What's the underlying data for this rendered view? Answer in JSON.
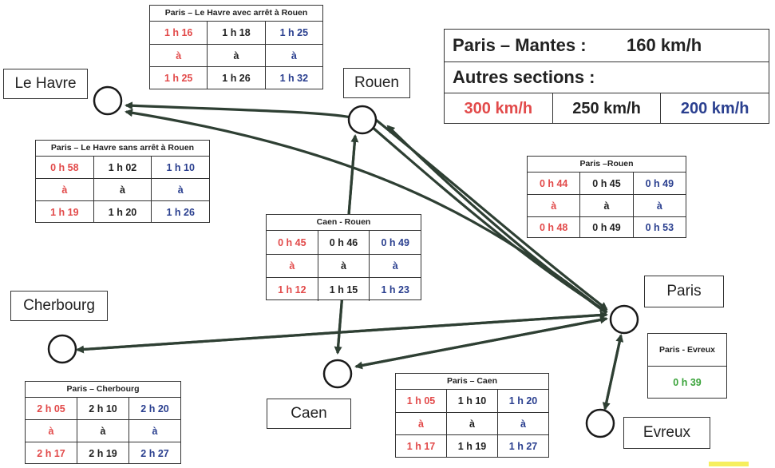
{
  "legend": {
    "line1_label": "Paris – Mantes :",
    "line1_speed": "160 km/h",
    "line2_label": "Autres sections :",
    "speeds": [
      "300 km/h",
      "250 km/h",
      "200 km/h"
    ]
  },
  "colors": {
    "s300": "#e24a4a",
    "s250": "#222222",
    "s200": "#2a3f8f",
    "evreux": "#3aa33a",
    "arrow": "#2e3f33"
  },
  "cities": {
    "le_havre": "Le Havre",
    "rouen": "Rouen",
    "paris": "Paris",
    "cherbourg": "Cherbourg",
    "caen": "Caen",
    "evreux": "Evreux"
  },
  "tables": {
    "havre_avec": {
      "title": "Paris – Le Havre avec arrêt à Rouen",
      "rows": [
        [
          "1 h 16",
          "1 h 18",
          "1 h 25"
        ],
        [
          "à",
          "à",
          "à"
        ],
        [
          "1 h 25",
          "1 h 26",
          "1 h 32"
        ]
      ]
    },
    "havre_sans": {
      "title": "Paris – Le Havre sans arrêt à Rouen",
      "rows": [
        [
          "0 h 58",
          "1 h 02",
          "1 h 10"
        ],
        [
          "à",
          "à",
          "à"
        ],
        [
          "1 h 19",
          "1 h 20",
          "1 h 26"
        ]
      ]
    },
    "paris_rouen": {
      "title": "Paris –Rouen",
      "rows": [
        [
          "0 h 44",
          "0 h 45",
          "0 h 49"
        ],
        [
          "à",
          "à",
          "à"
        ],
        [
          "0 h 48",
          "0 h 49",
          "0 h 53"
        ]
      ]
    },
    "caen_rouen": {
      "title": "Caen - Rouen",
      "rows": [
        [
          "0 h 45",
          "0 h 46",
          "0 h 49"
        ],
        [
          "à",
          "à",
          "à"
        ],
        [
          "1 h 12",
          "1 h 15",
          "1 h 23"
        ]
      ]
    },
    "paris_cherbourg": {
      "title": "Paris – Cherbourg",
      "rows": [
        [
          "2 h 05",
          "2 h 10",
          "2 h 20"
        ],
        [
          "à",
          "à",
          "à"
        ],
        [
          "2 h 17",
          "2 h 19",
          "2 h 27"
        ]
      ]
    },
    "paris_caen": {
      "title": "Paris – Caen",
      "rows": [
        [
          "1 h 05",
          "1 h 10",
          "1 h 20"
        ],
        [
          "à",
          "à",
          "à"
        ],
        [
          "1 h 17",
          "1 h 19",
          "1 h 27"
        ]
      ]
    }
  },
  "paris_evreux": {
    "title": "Paris - Evreux",
    "value": "0 h 39"
  }
}
